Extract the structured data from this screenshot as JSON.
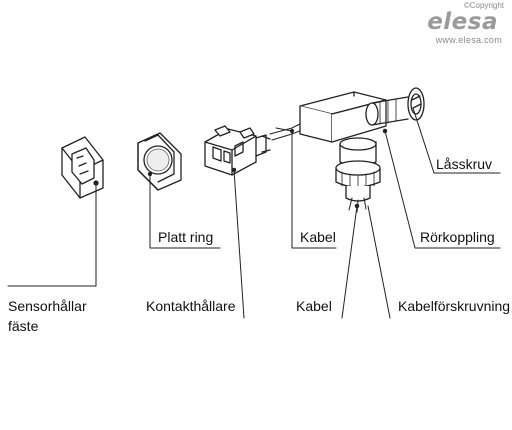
{
  "logo": {
    "copyright": "©Copyright",
    "brand": "elesa",
    "url": "www.elesa.com"
  },
  "labels": {
    "sensor_holder_line1": "Sensorhållar",
    "sensor_holder_line2": "fäste",
    "flat_ring": "Platt ring",
    "contact_holder": "Kontakthållare",
    "cable_upper": "Kabel",
    "cable_lower": "Kabel",
    "locking_screw": "Låsskruv",
    "pipe_coupling": "Rörkoppling",
    "cable_gland": "Kabelförskruvning"
  }
}
